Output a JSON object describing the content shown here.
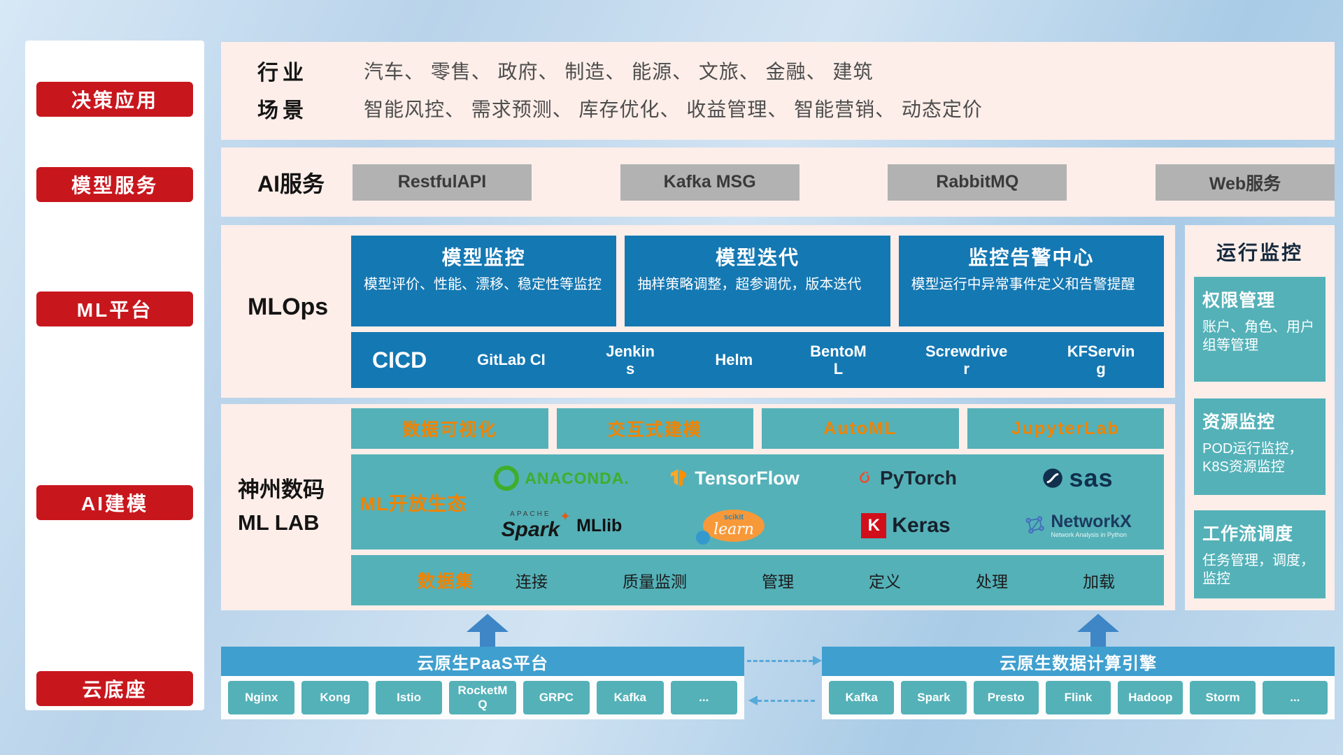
{
  "colors": {
    "accent_red": "#c8161d",
    "panel_pink": "#fdeee9",
    "card_blue": "#1478b3",
    "teal": "#54b1b8",
    "accent_orange": "#f08300",
    "bar_blue": "#3f9fce"
  },
  "sidebar": {
    "items": [
      "决策应用",
      "模型服务",
      "ML平台",
      "AI建模",
      "云底座"
    ]
  },
  "industry": {
    "rows": [
      {
        "label": "行业",
        "text": "汽车、 零售、 政府、 制造、 能源、 文旅、 金融、 建筑"
      },
      {
        "label": "场景",
        "text": "智能风控、 需求预测、 库存优化、 收益管理、 智能营销、 动态定价"
      }
    ]
  },
  "ai_service": {
    "label": "AI服务",
    "buttons": [
      "RestfulAPI",
      "Kafka MSG",
      "RabbitMQ",
      "Web服务"
    ]
  },
  "mlops": {
    "label": "MLOps",
    "cards": [
      {
        "title": "模型监控",
        "desc": "模型评价、性能、漂移、稳定性等监控"
      },
      {
        "title": "模型迭代",
        "desc": "抽样策略调整，超参调优，版本迭代"
      },
      {
        "title": "监控告警中心",
        "desc": "模型运行中异常事件定义和告警提醒"
      }
    ],
    "cicd_label": "CICD",
    "cicd_tools": [
      "GitLab CI",
      "Jenkins",
      "Helm",
      "BentoML",
      "Screwdriver",
      "KFServing"
    ]
  },
  "mllab": {
    "label_line1": "神州数码",
    "label_line2": "ML LAB",
    "top_buttons": [
      "数据可视化",
      "交互式建模",
      "AutoML",
      "JupyterLab"
    ],
    "ecosystem_label": "ML开放生态",
    "logos": {
      "anaconda": "ANACONDA.",
      "tensorflow": "TensorFlow",
      "pytorch": "PyTorch",
      "sas": "sas",
      "spark_small": "APACHE",
      "spark": "Spark",
      "mllib": "MLlib",
      "sklearn_small": "scikit",
      "sklearn": "learn",
      "keras_k": "K",
      "keras": "Keras",
      "networkx": "NetworkX",
      "networkx_sub": "Network Analysis in Python"
    },
    "dataset_label": "数据集",
    "dataset_items": [
      "连接",
      "质量监测",
      "管理",
      "定义",
      "处理",
      "加载"
    ]
  },
  "monitor": {
    "title": "运行监控",
    "cards": [
      {
        "title": "权限管理",
        "desc": "账户、角色、用户组等管理"
      },
      {
        "title": "资源监控",
        "desc": "POD运行监控，K8S资源监控"
      },
      {
        "title": "工作流调度",
        "desc": "任务管理，调度，监控"
      }
    ]
  },
  "bottom": {
    "paas_title": "云原生PaaS平台",
    "paas_items": [
      "Nginx",
      "Kong",
      "Istio",
      "RocketMQ",
      "GRPC",
      "Kafka",
      "..."
    ],
    "engine_title": "云原生数据计算引擎",
    "engine_items": [
      "Kafka",
      "Spark",
      "Presto",
      "Flink",
      "Hadoop",
      "Storm",
      "..."
    ]
  }
}
